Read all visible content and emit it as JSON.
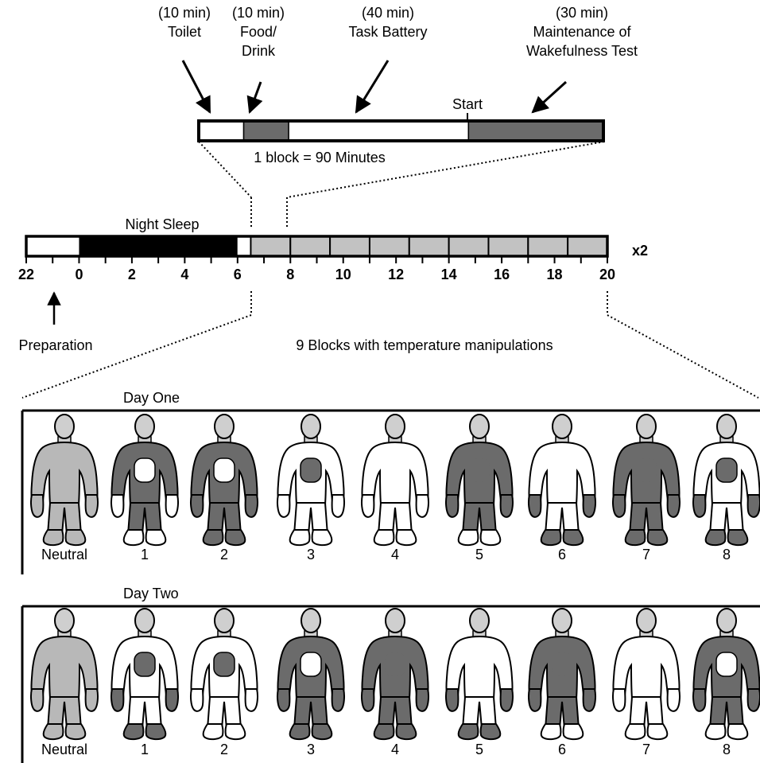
{
  "block_detail": {
    "phases": [
      {
        "duration": "(10 min)",
        "name": "Toilet",
        "name2": "",
        "minutes": 10
      },
      {
        "duration": "(10 min)",
        "name": "Food/",
        "name2": "Drink",
        "minutes": 10
      },
      {
        "duration": "(40 min)",
        "name": "Task Battery",
        "name2": "",
        "minutes": 40
      },
      {
        "duration": "(30 min)",
        "name": "Maintenance of",
        "name2": "Wakefulness Test",
        "minutes": 30
      }
    ],
    "start_label": "Start",
    "block_caption": "1 block = 90 Minutes"
  },
  "timeline": {
    "night_sleep_label": "Night Sleep",
    "repeat_label": "x2",
    "ticks": [
      "22",
      "0",
      "2",
      "4",
      "6",
      "8",
      "10",
      "12",
      "14",
      "16",
      "18",
      "20"
    ],
    "preparation_label": "Preparation",
    "blocks_caption": "9 Blocks with temperature manipulations"
  },
  "colors": {
    "dark": "#6b6b6b",
    "neutral": "#b8b8b8",
    "light": "#ffffff",
    "block_fill": "#c2c2c2",
    "outline": "#000000"
  },
  "days": [
    {
      "title": "Day One",
      "figures": [
        {
          "label": "Neutral",
          "body": "neutral",
          "chest": "neutral",
          "hands": "neutral",
          "feet": "neutral"
        },
        {
          "label": "1",
          "body": "dark",
          "chest": "light",
          "hands": "light",
          "feet": "light"
        },
        {
          "label": "2",
          "body": "dark",
          "chest": "light",
          "hands": "dark",
          "feet": "dark"
        },
        {
          "label": "3",
          "body": "light",
          "chest": "dark",
          "hands": "light",
          "feet": "light"
        },
        {
          "label": "4",
          "body": "light",
          "chest": "light",
          "hands": "light",
          "feet": "light"
        },
        {
          "label": "5",
          "body": "dark",
          "chest": "dark",
          "hands": "dark",
          "feet": "light"
        },
        {
          "label": "6",
          "body": "light",
          "chest": "light",
          "hands": "dark",
          "feet": "dark"
        },
        {
          "label": "7",
          "body": "dark",
          "chest": "dark",
          "hands": "dark",
          "feet": "dark"
        },
        {
          "label": "8",
          "body": "light",
          "chest": "dark",
          "hands": "dark",
          "feet": "dark"
        }
      ]
    },
    {
      "title": "Day Two",
      "figures": [
        {
          "label": "Neutral",
          "body": "neutral",
          "chest": "neutral",
          "hands": "neutral",
          "feet": "neutral"
        },
        {
          "label": "1",
          "body": "light",
          "chest": "dark",
          "hands": "dark",
          "feet": "dark"
        },
        {
          "label": "2",
          "body": "light",
          "chest": "dark",
          "hands": "light",
          "feet": "light"
        },
        {
          "label": "3",
          "body": "dark",
          "chest": "light",
          "hands": "dark",
          "feet": "dark"
        },
        {
          "label": "4",
          "body": "dark",
          "chest": "dark",
          "hands": "dark",
          "feet": "dark"
        },
        {
          "label": "5",
          "body": "light",
          "chest": "light",
          "hands": "dark",
          "feet": "dark"
        },
        {
          "label": "6",
          "body": "dark",
          "chest": "dark",
          "hands": "dark",
          "feet": "light"
        },
        {
          "label": "7",
          "body": "light",
          "chest": "light",
          "hands": "light",
          "feet": "light"
        },
        {
          "label": "8",
          "body": "dark",
          "chest": "light",
          "hands": "dark",
          "feet": "light"
        }
      ]
    }
  ]
}
